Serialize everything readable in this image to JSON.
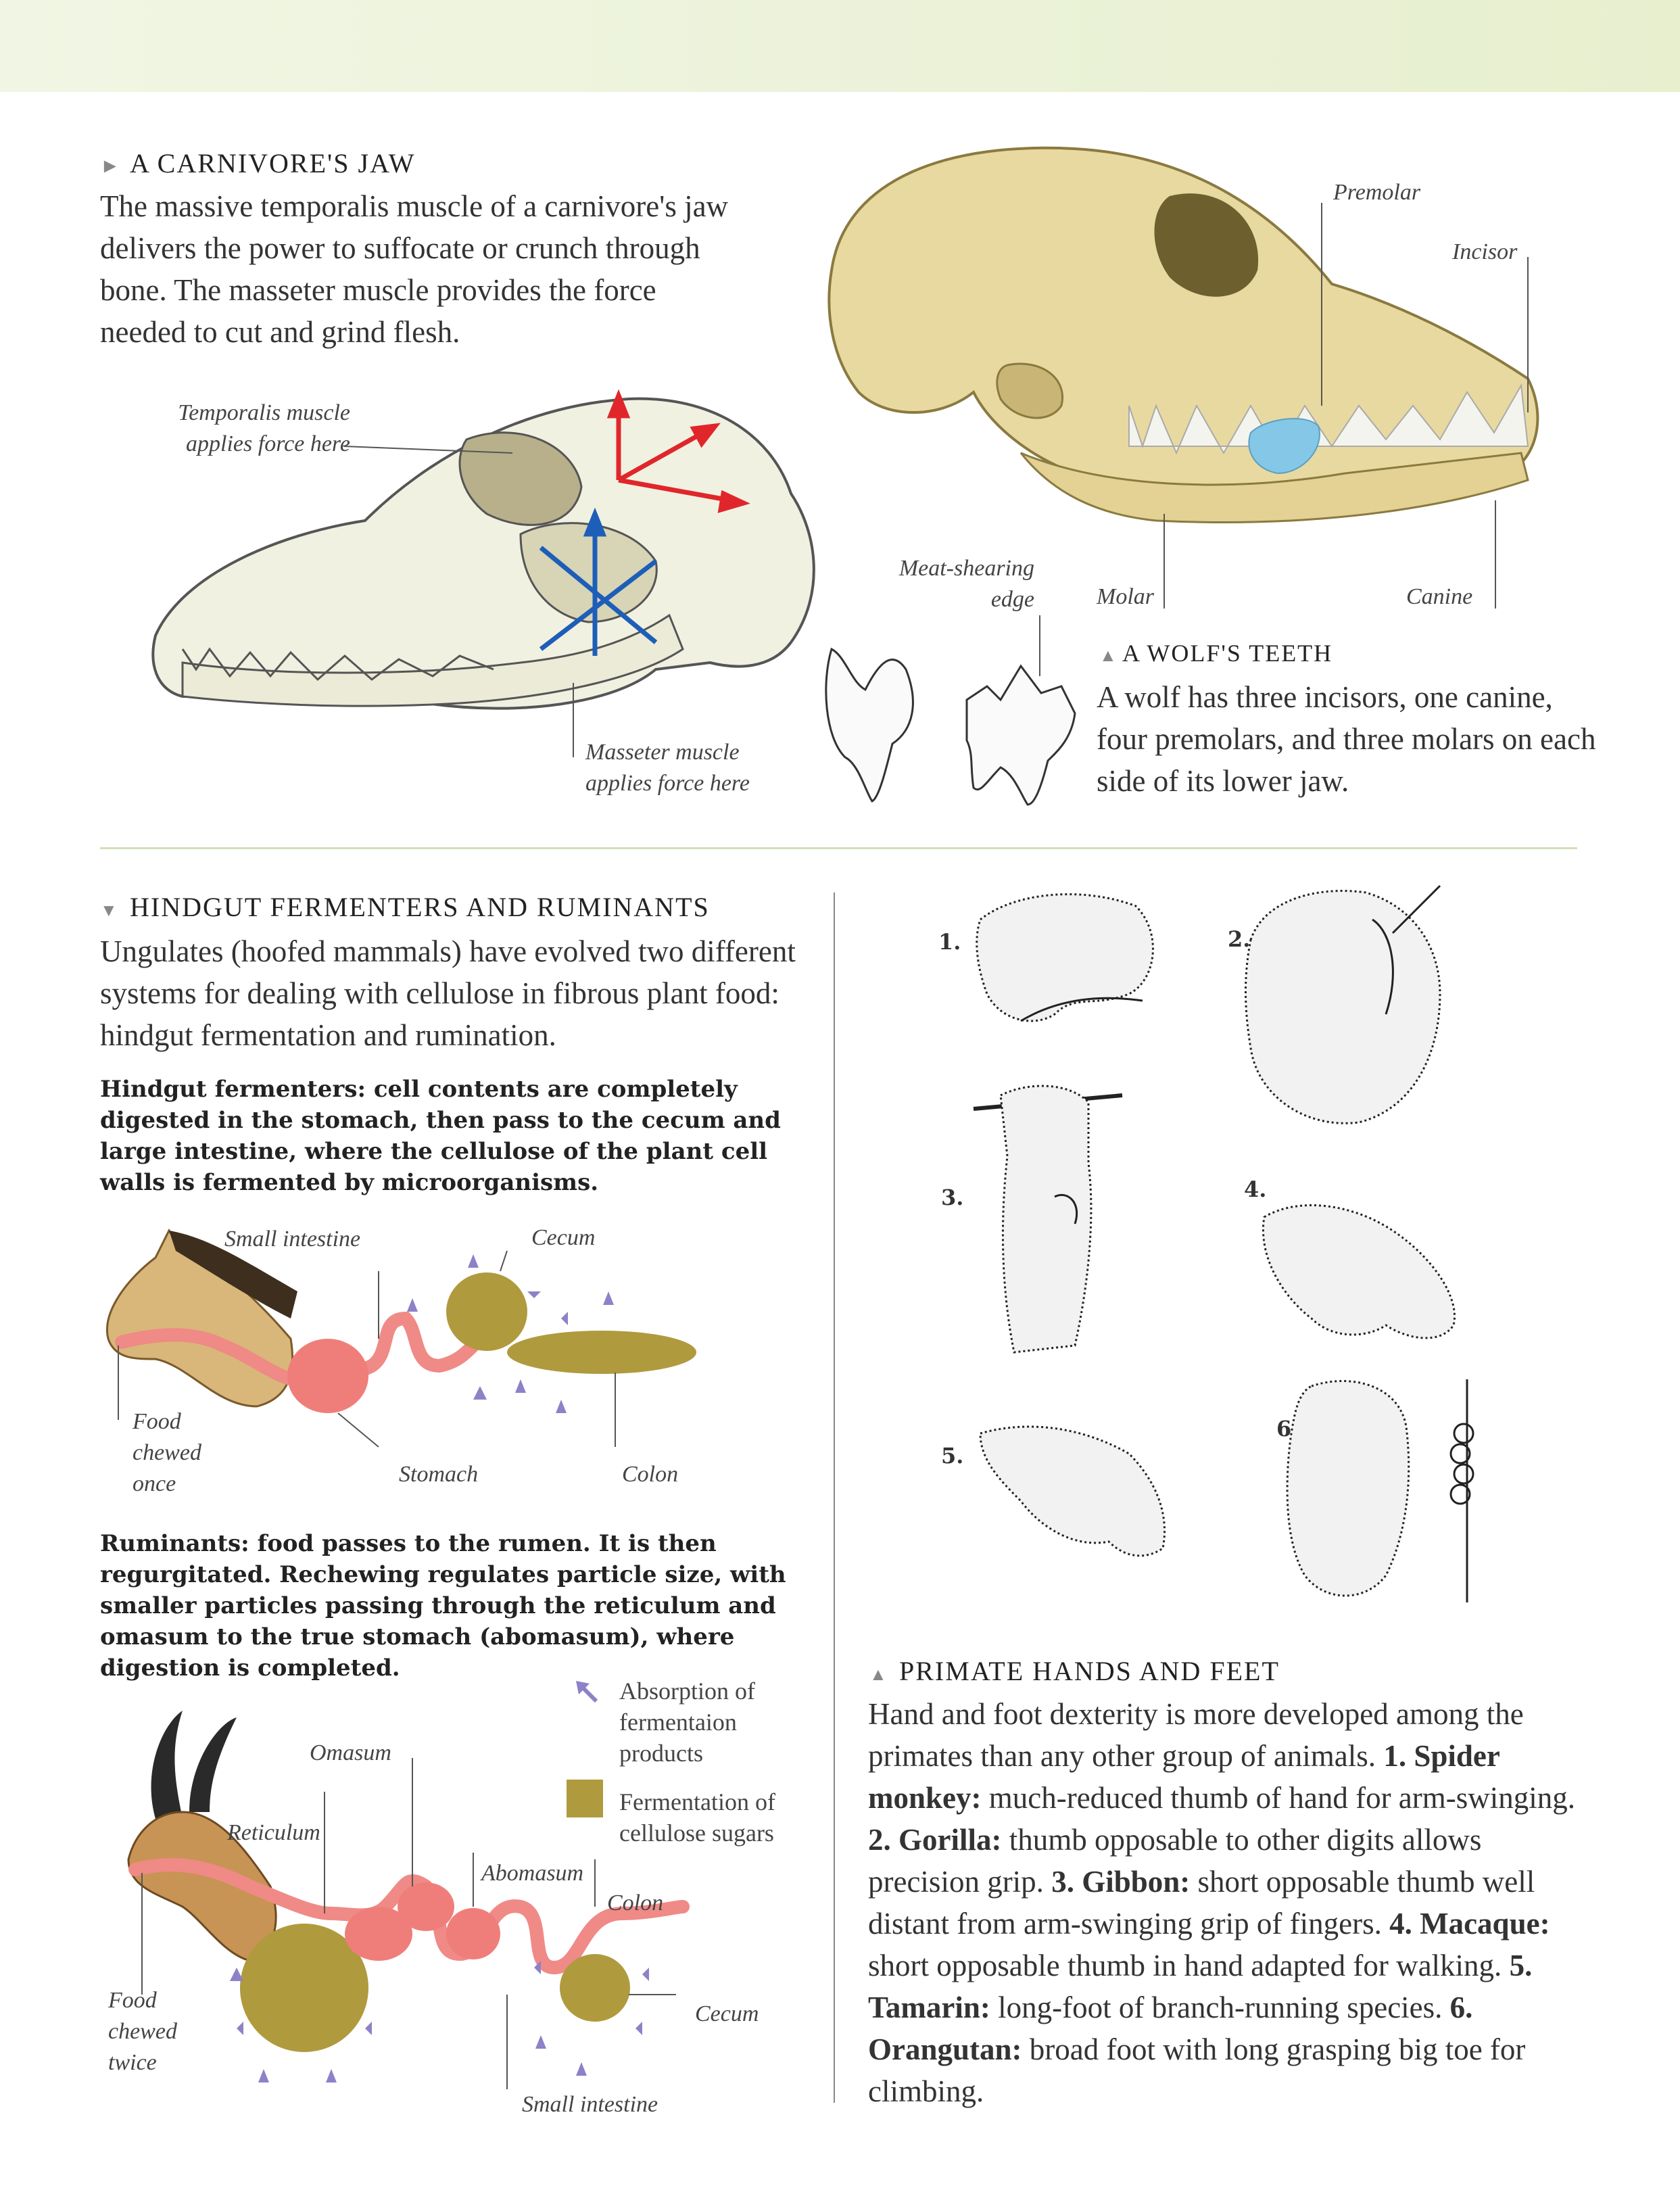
{
  "carnivore_jaw": {
    "heading": "A CARNIVORE'S JAW",
    "body": "The massive temporalis muscle of a carnivore's jaw delivers the power to suffocate or crunch through bone. The masseter muscle provides the force needed to cut and grind flesh.",
    "labels": {
      "temporalis": "Temporalis muscle applies force here",
      "masseter": "Masseter muscle applies force here",
      "premolar": "Premolar",
      "incisor": "Incisor",
      "molar": "Molar",
      "canine": "Canine",
      "meat_shearing": "Meat-shearing edge"
    }
  },
  "wolf_teeth": {
    "heading": "A WOLF'S TEETH",
    "body": "A wolf has three incisors, one canine, four premolars, and three molars on each side of its lower jaw."
  },
  "hindgut": {
    "heading": "HINDGUT FERMENTERS AND RUMINANTS",
    "body": "Ungulates (hoofed mammals) have evolved two different systems for dealing with cellulose in fibrous plant food: hindgut fermentation and rumination.",
    "hindgut_caption": "Hindgut fermenters: cell contents are completely digested in the stomach, then pass to the cecum and large intestine, where the cellulose of the plant cell walls is fermented by microorganisms.",
    "hindgut_labels": {
      "small_intestine": "Small intestine",
      "cecum": "Cecum",
      "food": "Food chewed once",
      "stomach": "Stomach",
      "colon": "Colon"
    },
    "ruminant_caption": "Ruminants: food passes to the rumen. It is then regurgitated. Rechewing regulates particle size, with smaller particles passing through the reticulum and omasum to the true stomach (abomasum), where digestion is completed.",
    "ruminant_labels": {
      "omasum": "Omasum",
      "reticulum": "Reticulum",
      "abomasum": "Abomasum",
      "colon": "Colon",
      "cecum": "Cecum",
      "food": "Food chewed twice",
      "small_intestine": "Small intestine"
    },
    "legend": {
      "absorption": "Absorption of fermentaion products",
      "fermentation": "Fermentation of cellulose sugars"
    }
  },
  "primate": {
    "heading": "PRIMATE HANDS AND FEET",
    "intro": "Hand and foot dexterity is more developed among the primates than any other group of animals.",
    "items": [
      {
        "num": "1.",
        "name": "Spider monkey:",
        "text": "much-reduced thumb of hand for arm-swinging."
      },
      {
        "num": "2.",
        "name": "Gorilla:",
        "text": "thumb opposable to other digits allows precision grip."
      },
      {
        "num": "3.",
        "name": "Gibbon:",
        "text": "short opposable thumb well distant from arm-swinging grip of fingers."
      },
      {
        "num": "4.",
        "name": "Macaque:",
        "text": "short opposable thumb in hand adapted for walking."
      },
      {
        "num": "5.",
        "name": "Tamarin:",
        "text": "long-foot of branch-running species."
      },
      {
        "num": "6.",
        "name": "Orangutan:",
        "text": "broad foot with long grasping big toe for climbing."
      }
    ],
    "figure_numbers": [
      "1.",
      "2.",
      "3.",
      "4.",
      "5.",
      "6."
    ]
  },
  "colors": {
    "bone": "#e8d9a0",
    "gut": "#ef8a86",
    "ferment": "#b09a3e",
    "force_red": "#e0262a",
    "force_blue": "#1d5eb8",
    "absorb_arrow": "#8d82c8"
  }
}
